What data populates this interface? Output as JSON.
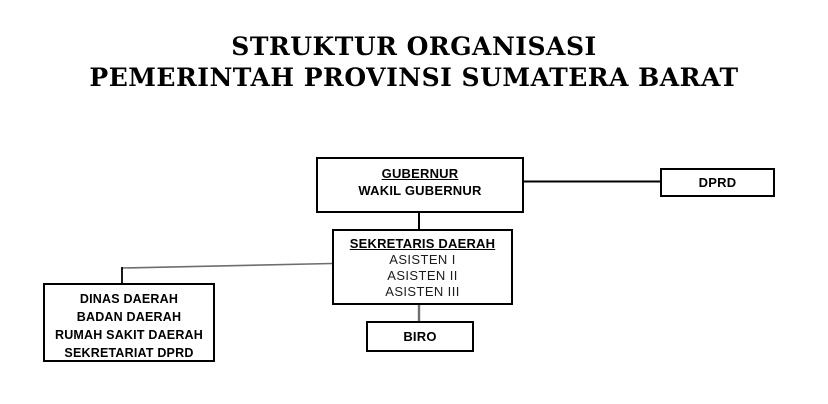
{
  "title": {
    "line1": "STRUKTUR ORGANISASI",
    "line2": "PEMERINTAH PROVINSI SUMATERA BARAT"
  },
  "boxes": {
    "gubernur": {
      "header": "GUBERNUR",
      "sub": "WAKIL GUBERNUR"
    },
    "dprd": {
      "label": "DPRD"
    },
    "sekretaris": {
      "header": "SEKRETARIS DAERAH",
      "items": [
        "ASISTEN I",
        "ASISTEN II",
        "ASISTEN III"
      ]
    },
    "dinas": {
      "items": [
        "DINAS DAERAH",
        "BADAN DAERAH",
        "RUMAH SAKIT DAERAH",
        "SEKRETARIAT DPRD"
      ]
    },
    "biro": {
      "label": "BIRO"
    }
  },
  "colors": {
    "background": "#ffffff",
    "text": "#000000",
    "box_border": "#000000",
    "connector": "#000000",
    "connector_muted": "#6e6e6e"
  }
}
